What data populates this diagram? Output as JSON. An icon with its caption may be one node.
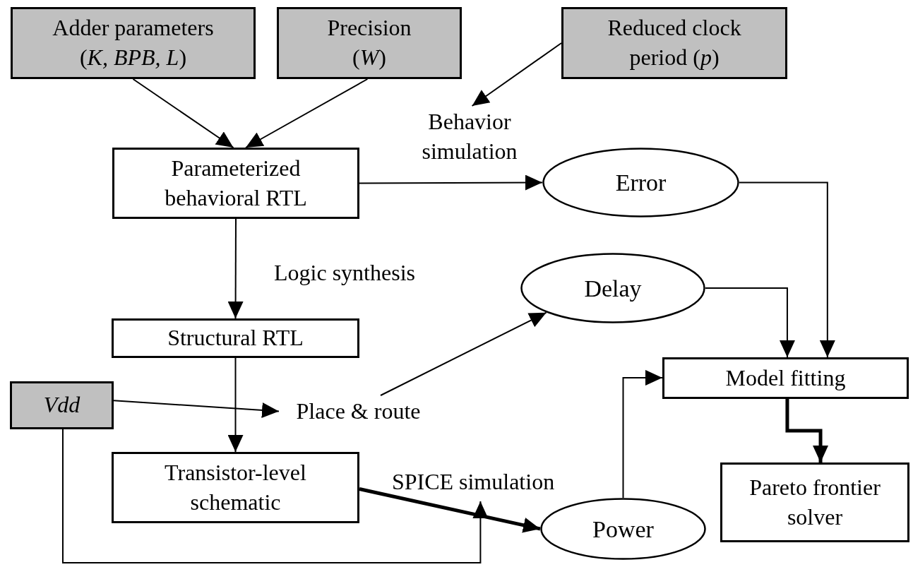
{
  "diagram": {
    "nodes": [
      {
        "text": [
          "Adder parameters (*K, BPB, L*)"
        ]
      },
      {
        "text": [
          "Precision (*W*)"
        ]
      },
      {
        "text": [
          "Reduced clock period (*p*)"
        ]
      },
      {
        "text": [
          "Behavior simulation"
        ]
      },
      {
        "text": [
          "Parameterized behavioral RTL"
        ]
      },
      {
        "text": [
          "Error"
        ]
      },
      {
        "text": [
          "Structural RTL"
        ]
      },
      {
        "text": [
          "Delay"
        ]
      },
      {
        "text": [
          "Vdd"
        ]
      },
      {
        "text": [
          "Place & route"
        ]
      },
      {
        "text": [
          "Model fitting"
        ]
      },
      {
        "text": [
          "Transistor-level schematic"
        ]
      },
      {
        "text": [
          "SPICE simulation"
        ]
      },
      {
        "text": [
          "Power"
        ]
      },
      {
        "text": [
          "Pareto frontier solver"
        ]
      }
    ],
    "edges": [
      {
        "from": 0,
        "to": 4,
        "arrow": "to"
      },
      {
        "from": 1,
        "to": 4,
        "arrow": "to"
      },
      {
        "from": 2,
        "to": 3,
        "arrow": "to"
      },
      {
        "from": 4,
        "to": 5,
        "arrow": "to"
      },
      {
        "from": 5,
        "to": 10,
        "arrow": "to"
      },
      {
        "from": 4,
        "to": 6,
        "arrow": "to",
        "label": "Logic synthesis"
      },
      {
        "from": 6,
        "to": 11,
        "arrow": "to"
      },
      {
        "from": 8,
        "to": 9,
        "arrow": "to"
      },
      {
        "from": 9,
        "to": 7,
        "arrow": "to"
      },
      {
        "from": 7,
        "to": 10,
        "arrow": "to"
      },
      {
        "from": 11,
        "to": 13,
        "arrow": "to",
        "style": "thick"
      },
      {
        "from": 8,
        "to": 12,
        "arrow": "to"
      },
      {
        "from": 13,
        "to": 10,
        "arrow": "to"
      },
      {
        "from": 10,
        "to": 14,
        "arrow": "to",
        "style": "thick"
      }
    ]
  }
}
